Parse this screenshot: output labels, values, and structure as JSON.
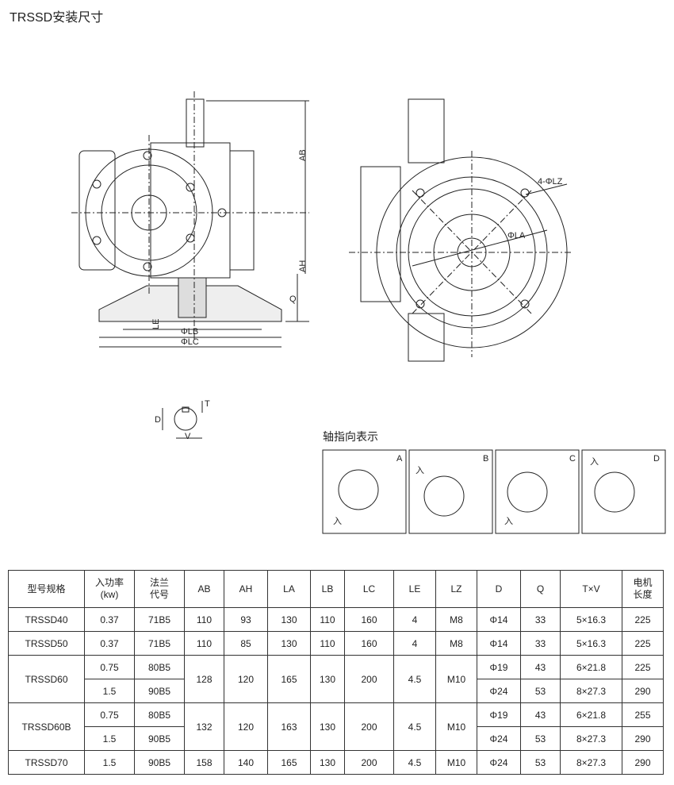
{
  "title": "TRSSD安装尺寸",
  "drawing_labels": {
    "ab": "AB",
    "ah": "AH",
    "q": "Q",
    "le": "LE",
    "lb": "ΦLB",
    "lc": "ΦLC",
    "lz": "4-ΦLZ",
    "la": "ΦLA",
    "d": "D",
    "t": "T",
    "v": "V"
  },
  "axis_direction": {
    "title": "轴指向表示",
    "views": [
      "A",
      "B",
      "C",
      "D"
    ],
    "input_label": "入"
  },
  "table": {
    "headers": [
      [
        "型号规格"
      ],
      [
        "入功率",
        "(kw)"
      ],
      [
        "法兰",
        "代号"
      ],
      [
        "AB"
      ],
      [
        "AH"
      ],
      [
        "LA"
      ],
      [
        "LB"
      ],
      [
        "LC"
      ],
      [
        "LE"
      ],
      [
        "LZ"
      ],
      [
        "D"
      ],
      [
        "Q"
      ],
      [
        "T×V"
      ],
      [
        "电机",
        "长度"
      ]
    ],
    "rows": [
      {
        "model": "TRSSD40",
        "sub": [
          {
            "kw": "0.37",
            "flange": "71B5",
            "D": "Φ14",
            "Q": "33",
            "TV": "5×16.3",
            "len": "225"
          }
        ],
        "AB": "110",
        "AH": "93",
        "LA": "130",
        "LB": "110",
        "LC": "160",
        "LE": "4",
        "LZ": "M8"
      },
      {
        "model": "TRSSD50",
        "sub": [
          {
            "kw": "0.37",
            "flange": "71B5",
            "D": "Φ14",
            "Q": "33",
            "TV": "5×16.3",
            "len": "225"
          }
        ],
        "AB": "110",
        "AH": "85",
        "LA": "130",
        "LB": "110",
        "LC": "160",
        "LE": "4",
        "LZ": "M8"
      },
      {
        "model": "TRSSD60",
        "sub": [
          {
            "kw": "0.75",
            "flange": "80B5",
            "D": "Φ19",
            "Q": "43",
            "TV": "6×21.8",
            "len": "225"
          },
          {
            "kw": "1.5",
            "flange": "90B5",
            "D": "Φ24",
            "Q": "53",
            "TV": "8×27.3",
            "len": "290"
          }
        ],
        "AB": "128",
        "AH": "120",
        "LA": "165",
        "LB": "130",
        "LC": "200",
        "LE": "4.5",
        "LZ": "M10"
      },
      {
        "model": "TRSSD60B",
        "sub": [
          {
            "kw": "0.75",
            "flange": "80B5",
            "D": "Φ19",
            "Q": "43",
            "TV": "6×21.8",
            "len": "255"
          },
          {
            "kw": "1.5",
            "flange": "90B5",
            "D": "Φ24",
            "Q": "53",
            "TV": "8×27.3",
            "len": "290"
          }
        ],
        "AB": "132",
        "AH": "120",
        "LA": "163",
        "LB": "130",
        "LC": "200",
        "LE": "4.5",
        "LZ": "M10"
      },
      {
        "model": "TRSSD70",
        "sub": [
          {
            "kw": "1.5",
            "flange": "90B5",
            "D": "Φ24",
            "Q": "53",
            "TV": "8×27.3",
            "len": "290"
          }
        ],
        "AB": "158",
        "AH": "140",
        "LA": "165",
        "LB": "130",
        "LC": "200",
        "LE": "4.5",
        "LZ": "M10"
      }
    ]
  }
}
